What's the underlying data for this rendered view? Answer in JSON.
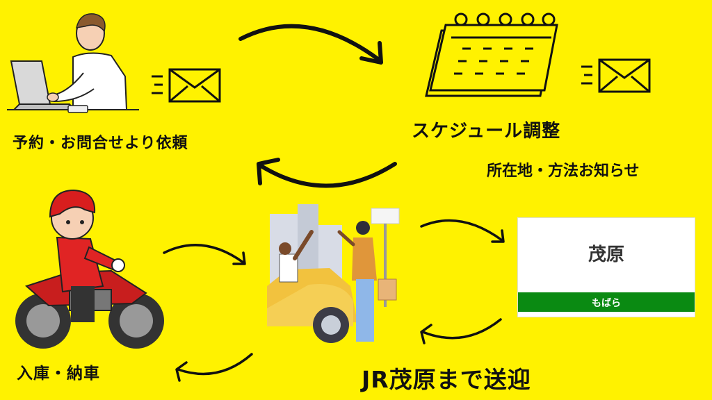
{
  "steps": {
    "request": "予約・お問合せより依頼",
    "schedule": "スケジュール調整",
    "notice": "所在地・方法お知らせ",
    "transfer": "JR茂原まで送迎",
    "delivery": "入庫・納車"
  },
  "station_sign": {
    "name": "茂原",
    "kana": "もばら"
  },
  "colors": {
    "background": "#FFF200",
    "sign_bar": "#0A8A12"
  }
}
